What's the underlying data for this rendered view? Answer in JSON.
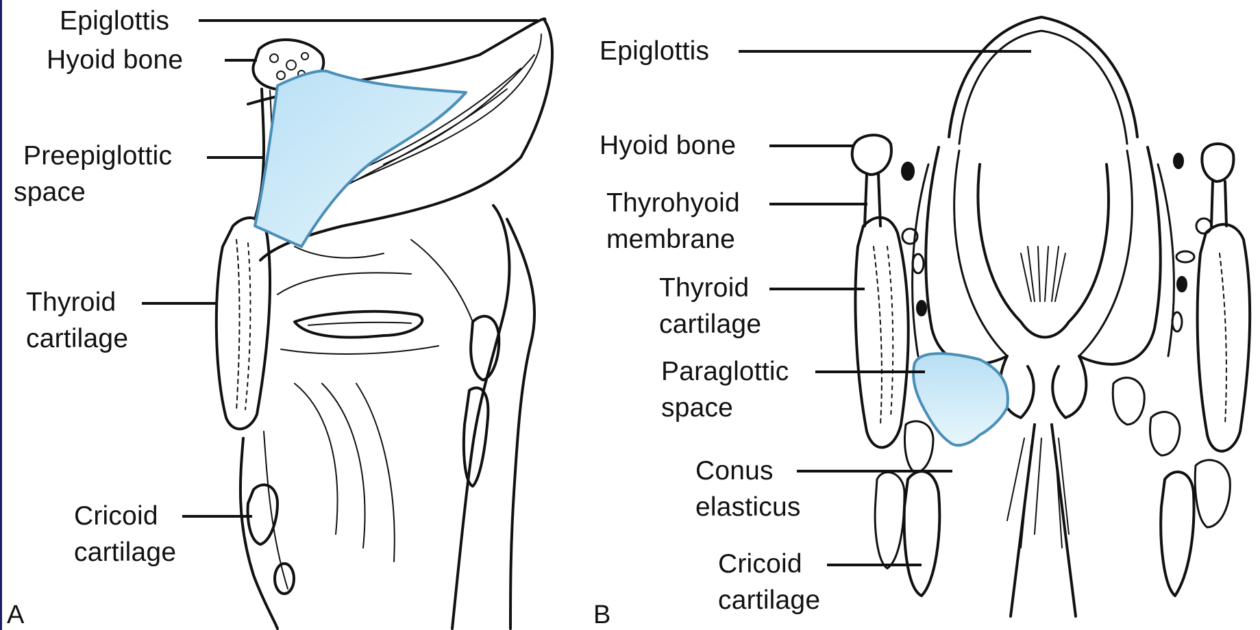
{
  "panels": [
    {
      "id": "A",
      "letter": "A",
      "labels": {
        "epiglottis": "Epiglottis",
        "hyoid_bone": "Hyoid bone",
        "preepiglottic_space": [
          "Preepiglottic",
          "space"
        ],
        "thyroid_cartilage": [
          "Thyroid",
          "cartilage"
        ],
        "cricoid_cartilage": [
          "Cricoid",
          "cartilage"
        ]
      }
    },
    {
      "id": "B",
      "letter": "B",
      "labels": {
        "epiglottis": "Epiglottis",
        "hyoid_bone": "Hyoid bone",
        "thyrohyoid_membrane": [
          "Thyrohyoid",
          "membrane"
        ],
        "thyroid_cartilage": [
          "Thyroid",
          "cartilage"
        ],
        "paraglottic_space": [
          "Paraglottic",
          "space"
        ],
        "conus_elasticus": [
          "Conus",
          "elasticus"
        ],
        "cricoid_cartilage": [
          "Cricoid",
          "cartilage"
        ]
      }
    }
  ],
  "colors": {
    "highlight_fill": "#c5e6f6",
    "highlight_stroke": "#4a8fb8",
    "line": "#111111",
    "frame_edge": "#1c1f5e"
  }
}
